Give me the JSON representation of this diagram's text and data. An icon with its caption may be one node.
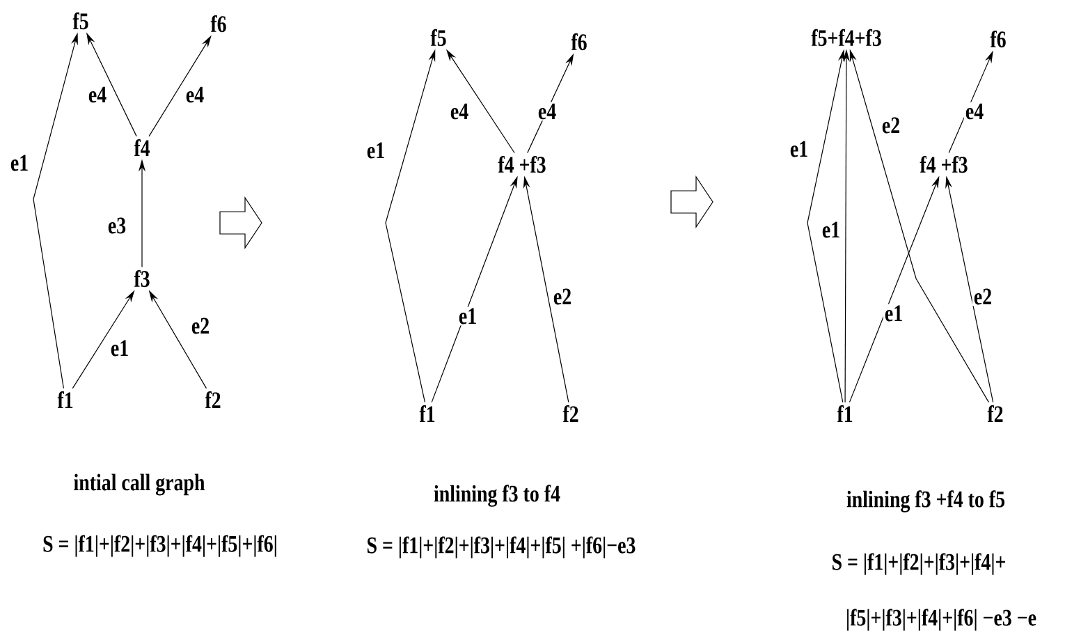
{
  "diagram": {
    "nodes": [
      {
        "text": [
          "f5"
        ]
      },
      {
        "text": [
          "f6"
        ]
      },
      {
        "text": [
          "f4"
        ]
      },
      {
        "text": [
          "f3"
        ]
      },
      {
        "text": [
          "f1"
        ]
      },
      {
        "text": [
          "f2"
        ]
      },
      {
        "text": [
          "f5"
        ]
      },
      {
        "text": [
          "f6"
        ]
      },
      {
        "text": [
          "f4 +f3"
        ]
      },
      {
        "text": [
          "f1"
        ]
      },
      {
        "text": [
          "f2"
        ]
      },
      {
        "text": [
          "f5+f4+f3"
        ]
      },
      {
        "text": [
          "f6"
        ]
      },
      {
        "text": [
          "f4 +f3"
        ]
      },
      {
        "text": [
          "f1"
        ]
      },
      {
        "text": [
          "f2"
        ]
      }
    ],
    "edges": [
      {
        "from": 4,
        "to": 0,
        "arrow": "to",
        "label": "e1"
      },
      {
        "from": 2,
        "to": 0,
        "arrow": "to",
        "label": "e4"
      },
      {
        "from": 2,
        "to": 1,
        "arrow": "to",
        "label": "e4"
      },
      {
        "from": 3,
        "to": 2,
        "arrow": "to",
        "label": "e3"
      },
      {
        "from": 4,
        "to": 3,
        "arrow": "to",
        "label": "e1"
      },
      {
        "from": 5,
        "to": 3,
        "arrow": "to",
        "label": "e2"
      },
      {
        "from": 9,
        "to": 6,
        "arrow": "to",
        "label": "e1"
      },
      {
        "from": 8,
        "to": 6,
        "arrow": "to",
        "label": "e4"
      },
      {
        "from": 8,
        "to": 7,
        "arrow": "to",
        "label": "e4"
      },
      {
        "from": 9,
        "to": 8,
        "arrow": "to",
        "label": "e1"
      },
      {
        "from": 10,
        "to": 8,
        "arrow": "to",
        "label": "e2"
      },
      {
        "from": 14,
        "to": 11,
        "arrow": "to",
        "label": "e1"
      },
      {
        "from": 14,
        "to": 11,
        "arrow": "to",
        "label": "e1"
      },
      {
        "from": 14,
        "to": 13,
        "arrow": "to",
        "label": "e1"
      },
      {
        "from": 15,
        "to": 11,
        "arrow": "to",
        "label": "e2"
      },
      {
        "from": 15,
        "to": 13,
        "arrow": "to",
        "label": "e2"
      },
      {
        "from": 13,
        "to": 12,
        "arrow": "to",
        "label": "e4"
      }
    ],
    "labels": [
      "intial call graph",
      "S = |f1|+|f2|+|f3|+|f4|+|f5|+|f6|",
      "inlining f3 to f4",
      "S = |f1|+|f2|+|f3|+|f4|+|f5| +|f6|−e3",
      "inlining f3 +f4 to f5",
      "S = |f1|+|f2|+|f3|+|f4|+",
      "|f5|+|f3|+|f4|+|f6| −e3 −e"
    ]
  }
}
